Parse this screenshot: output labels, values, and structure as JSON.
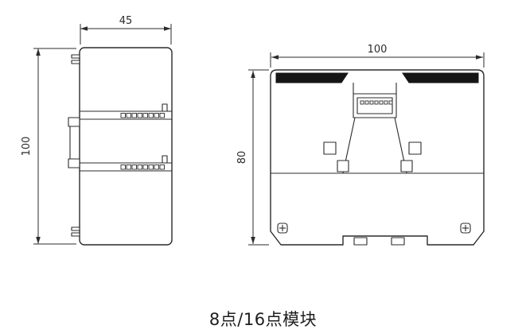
{
  "caption": "8点/16点模块",
  "colors": {
    "line": "#2b2b2b",
    "dark_fill": "#151515",
    "background": "#ffffff"
  },
  "views": {
    "side_view": {
      "width_label": "45",
      "height_label": "100"
    },
    "front_view": {
      "width_label": "100",
      "height_label": "80"
    }
  }
}
